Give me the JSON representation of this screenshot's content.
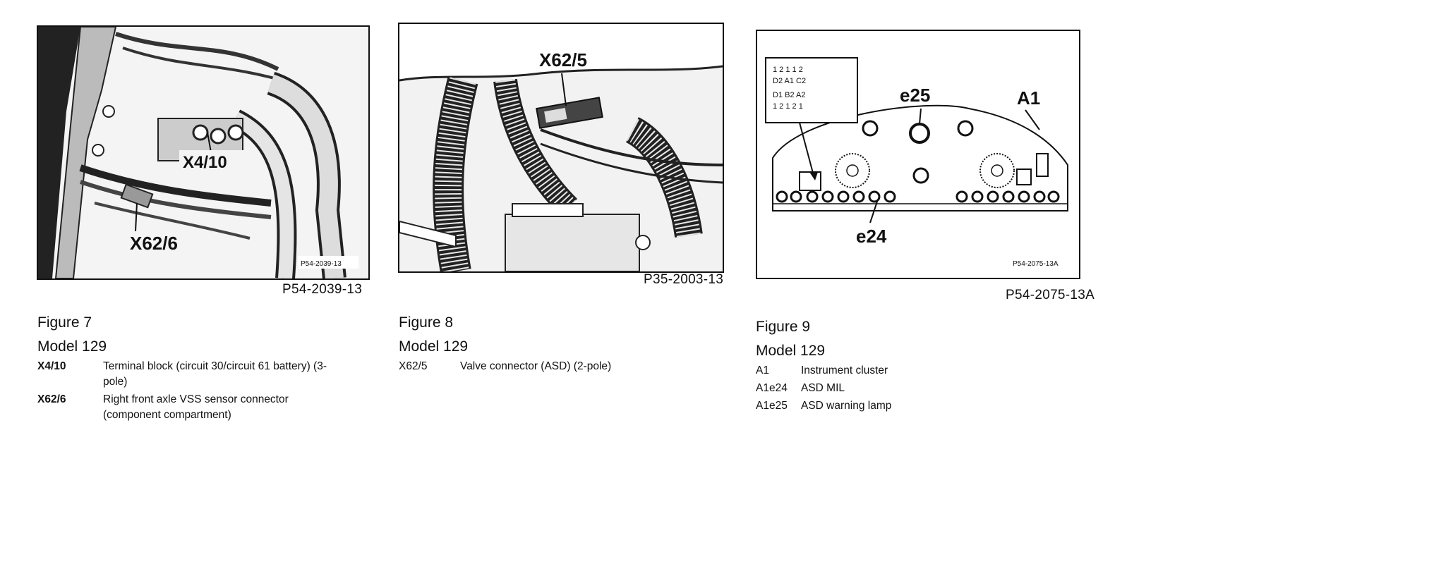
{
  "figures": [
    {
      "ref": "P54-2039-13",
      "inner_ref": "P54-2039-13",
      "callouts": [
        "X4/10",
        "X62/6"
      ],
      "caption": {
        "title": "Figure 7",
        "model": "Model 129",
        "items": [
          {
            "code": "X4/10",
            "desc": "Terminal block (circuit 30/circuit 61 battery) (3-pole)"
          },
          {
            "code": "X62/6",
            "desc": "Right front axle VSS sensor connector (component compartment)"
          }
        ]
      }
    },
    {
      "ref": "P35-2003-13",
      "callouts": [
        "X62/5"
      ],
      "caption": {
        "title": "Figure 8",
        "model": "Model 129",
        "items": [
          {
            "code": "X62/5",
            "desc": "Valve connector (ASD) (2-pole)"
          }
        ]
      }
    },
    {
      "ref": "P54-2075-13A",
      "inner_ref": "P54-2075-13A",
      "callouts": [
        "e25",
        "A1",
        "e24"
      ],
      "inset_labels": {
        "row1": "1 2   1   1 2",
        "row2": "D2   A1   C2",
        "row3": "D1   B2   A2",
        "row4": "1    2 1   2 1"
      },
      "caption": {
        "title": "Figure 9",
        "model": "Model 129",
        "items": [
          {
            "code": "A1",
            "desc": "Instrument cluster"
          },
          {
            "code": "A1e24",
            "desc": "ASD MIL"
          },
          {
            "code": "A1e25",
            "desc": "ASD warning lamp"
          }
        ]
      }
    }
  ]
}
